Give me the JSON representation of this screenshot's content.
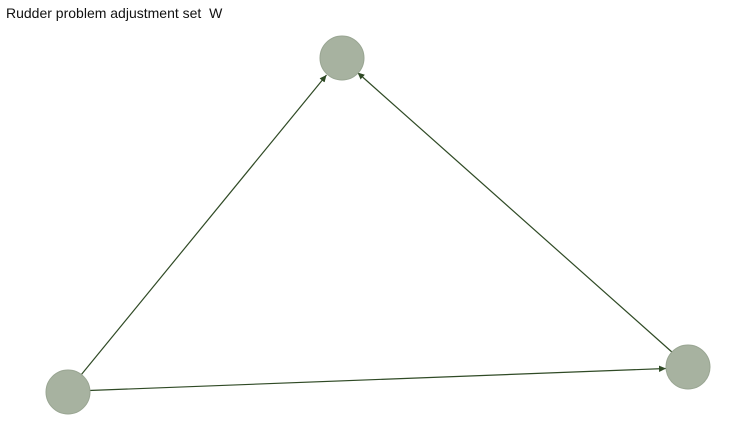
{
  "title": "Rudder problem adjustment set  W",
  "colors": {
    "node_fill": "#a7b2a0",
    "node_stroke": "#9aa693",
    "edge": "#2f4a25",
    "label": "#c8c0a8",
    "label_highlight": "#d9a88a"
  },
  "diagram": {
    "nodes": [
      {
        "id": "top",
        "label": "",
        "role": "node"
      },
      {
        "id": "bottom-left",
        "label": "",
        "role": "node"
      },
      {
        "id": "right",
        "label": "",
        "role": "node"
      }
    ],
    "edges": [
      {
        "from": "bottom-left",
        "to": "top",
        "directed": true
      },
      {
        "from": "right",
        "to": "top",
        "directed": true
      },
      {
        "from": "bottom-left",
        "to": "right",
        "directed": true
      }
    ]
  }
}
